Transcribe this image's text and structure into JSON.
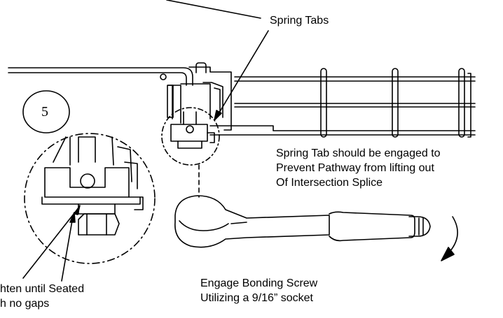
{
  "step_number": "5",
  "labels": {
    "spring_tabs": "Spring Tabs",
    "spring_tab_note_line1": "Spring Tab should be engaged to",
    "spring_tab_note_line2": "Prevent Pathway from lifting out",
    "spring_tab_note_line3": "Of Intersection Splice",
    "tighten_line1": "hten until Seated",
    "tighten_line2": "h no gaps",
    "engage_line1": "Engage Bonding Screw",
    "engage_line2": "Utilizing a 9/16” socket"
  },
  "colors": {
    "line": "#000000",
    "background": "#ffffff"
  }
}
